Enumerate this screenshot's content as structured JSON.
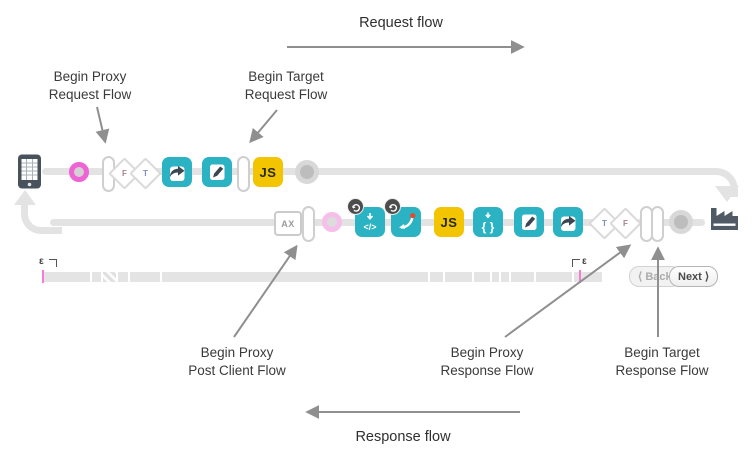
{
  "annotations": {
    "request_flow": "Request flow",
    "response_flow": "Response flow",
    "labels": [
      {
        "line1": "Begin Proxy",
        "line2": "Request Flow"
      },
      {
        "line1": "Begin Target",
        "line2": "Request Flow"
      },
      {
        "line1": "Begin Proxy",
        "line2": "Post Client Flow"
      },
      {
        "line1": "Begin Proxy",
        "line2": "Response Flow"
      },
      {
        "line1": "Begin Target",
        "line2": "Response Flow"
      }
    ]
  },
  "flow": {
    "request_row": {
      "diamonds": [
        "F",
        "T"
      ],
      "js_label": "JS"
    },
    "response_row": {
      "ax_label": "AX",
      "extract_label": "</>",
      "js_label": "JS",
      "braces_label": "{ }",
      "diamonds": [
        "T",
        "F"
      ]
    }
  },
  "timeline": {
    "epsilon_left": "ε",
    "epsilon_right": "ε"
  },
  "pager": {
    "back_label": "⟨ Back",
    "next_label": "Next ⟩"
  },
  "colors": {
    "policy_teal": "#2cb3c3",
    "js_yellow": "#f2c500",
    "ring_bright_pink": "#ee64d4",
    "ring_light_pink": "#f6bfe9",
    "flow_line_gray": "#e3e3e3",
    "device_slate": "#47525c",
    "annotation_gray": "#8f8f8f",
    "timeline_tick_pink": "#f57ad9"
  }
}
